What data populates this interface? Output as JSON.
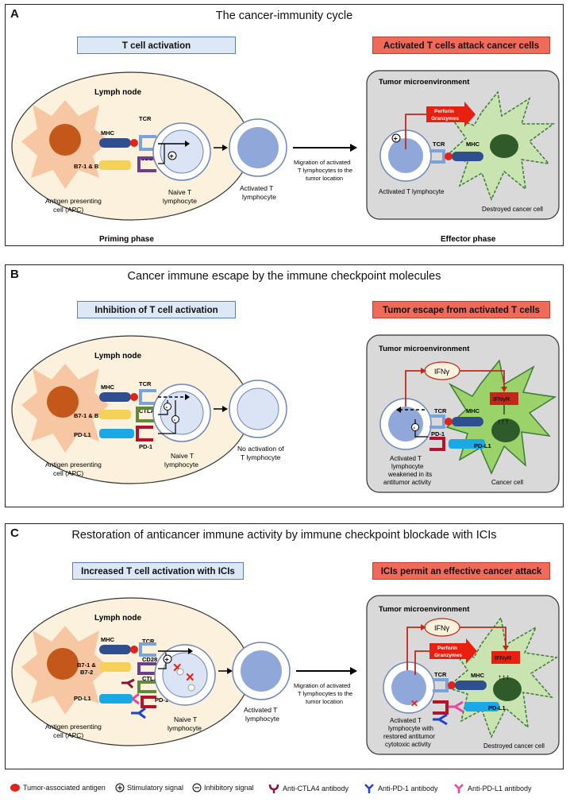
{
  "panelA": {
    "letter": "A",
    "title": "The cancer-immunity cycle",
    "left_box": "T cell activation",
    "right_box": "Activated T cells attack cancer cells",
    "lymph_node": "Lymph node",
    "apc_line1": "Antigen presenting",
    "apc_line2": "cell (APC)",
    "mhc": "MHC",
    "tcr": "TCR",
    "b7": "B7-1 & B7-2",
    "cd28": "CD28",
    "naive_line1": "Naive T",
    "naive_line2": "lymphocyte",
    "activated_line1": "Activated T",
    "activated_line2": "lymphocyte",
    "priming": "Priming phase",
    "migration_line1": "Migration of activated",
    "migration_line2": "T lymphocytes to the",
    "migration_line3": "tumor location",
    "tumor_micro": "Tumor microenvironment",
    "perforin": "Perforin",
    "granzymes": "Granzymes",
    "tcr_right": "TCR",
    "mhc_right": "MHC",
    "activated_right": "Activated T lymphocyte",
    "destroyed": "Destroyed cancer cell",
    "effector": "Effector phase"
  },
  "panelB": {
    "letter": "B",
    "title": "Cancer immune escape by the immune checkpoint molecules",
    "left_box": "Inhibition of T cell activation",
    "right_box": "Tumor escape from activated T cells",
    "lymph_node": "Lymph node",
    "apc_line1": "Antigen presenting",
    "apc_line2": "cell (APC)",
    "mhc": "MHC",
    "tcr": "TCR",
    "b7": "B7-1 & B7-2",
    "ctla4": "CTLA4",
    "pdl1": "PD-L1",
    "pd1": "PD-1",
    "naive_line1": "Naive T",
    "naive_line2": "lymphocyte",
    "noact_line1": "No activation of",
    "noact_line2": "T lymphocyte",
    "tumor_micro": "Tumor microenvironment",
    "ifn": "IFNγ",
    "ifnr": "IFNγR",
    "tcr_right": "TCR",
    "mhc_right": "MHC",
    "pd1_right": "PD-1",
    "pdl1_right": "PD-L1",
    "weak_line1": "Activated T",
    "weak_line2": "lymphocyte",
    "weak_line3": "weakened in its",
    "weak_line4": "antitumor activity",
    "cancer_cell": "Cancer cell"
  },
  "panelC": {
    "letter": "C",
    "title": "Restoration of anticancer immune activity by immune checkpoint blockade with ICIs",
    "left_box": "Increased T cell activation with ICIs",
    "right_box": "ICIs permit an effective cancer attack",
    "lymph_node": "Lymph node",
    "apc_line1": "Antigen presenting",
    "apc_line2": "cell (APC)",
    "mhc": "MHC",
    "tcr": "TCR",
    "b7_line1": "B7-1 &",
    "b7_line2": "B7-2",
    "cd28": "CD28",
    "ctla4": "CTLA4",
    "pdl1": "PD-L1",
    "pd1": "PD-1",
    "naive_line1": "Naive T",
    "naive_line2": "lymphocyte",
    "activated_line1": "Activated T",
    "activated_line2": "lymphocyte",
    "migration_line1": "Migration of activated",
    "migration_line2": "T lymphocytes to the",
    "migration_line3": "tumor location",
    "tumor_micro": "Tumor microenvironment",
    "ifn": "IFNγ",
    "ifnr": "IFNγR",
    "perforin": "Perforin",
    "granzymes": "Granzymes",
    "tcr_right": "TCR",
    "mhc_right": "MHC",
    "pdl1_right": "PD-L1",
    "rest_line1": "Activated T",
    "rest_line2": "lymphocyte with",
    "rest_line3": "restored antitumor",
    "rest_line4": "cytotoxic activity",
    "destroyed": "Destroyed cancer cell"
  },
  "legend": {
    "antigen": "Tumor-associated antigen",
    "stim": "Stimulatory signal",
    "inhib": "Inhibitory signal",
    "anti_ctla4": "Anti-CTLA4 antibody",
    "anti_pd1": "Anti-PD-1 antibody",
    "anti_pdl1": "Anti-PD-L1 antibody"
  },
  "colors": {
    "lymph_node_fill": "#fbf1dc",
    "apc_fill": "#f7c6a3",
    "apc_nucleus": "#c4581a",
    "t_cell_inner": "#8fa8d9",
    "t_cell_outer": "#ffffff",
    "micro_fill": "#d9d9d9",
    "cancer_fill": "#c9e4b0",
    "cancer_dark": "#2f5a2a",
    "red_arrow": "#c0281b",
    "box_blue": "#dde8f6",
    "box_red": "#f06a5a"
  }
}
